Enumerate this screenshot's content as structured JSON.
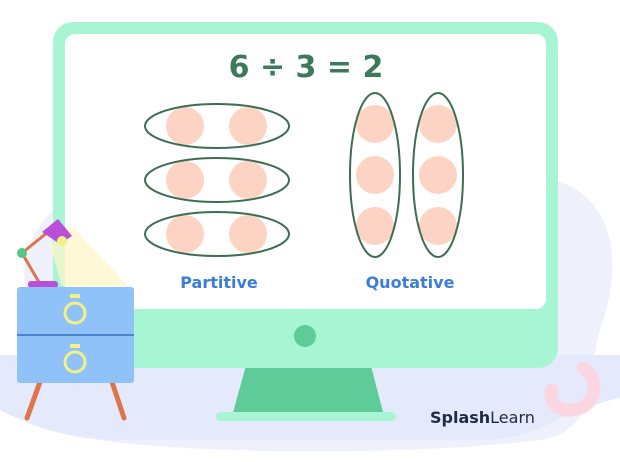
{
  "equation": "6 ÷ 3 = 2",
  "groups": {
    "partitive": {
      "label": "Partitive",
      "group_count": 3,
      "items_per_group": 2,
      "orientation": "horizontal"
    },
    "quotative": {
      "label": "Quotative",
      "group_count": 2,
      "items_per_group": 3,
      "orientation": "vertical"
    }
  },
  "brand": {
    "prefix": "Splash",
    "suffix": "Learn"
  },
  "colors": {
    "monitor_frame": "#a8f5d4",
    "monitor_screen": "#ffffff",
    "stand": "#5fcb98",
    "equation": "#3d7a5c",
    "oval_stroke": "#3c6e51",
    "counter": "#fdd3c4",
    "label": "#3a7ed9",
    "cabinet": "#8ec2f8",
    "cabinet_line": "#4a87d2",
    "ring": "#f6ef84",
    "lamp": "#b94fd9",
    "lamp_joint": "#5ac486",
    "leg": "#e0734c",
    "background_blob": "#eef0fb",
    "swirl": "#fbd6e0",
    "brand": "#1f2a44"
  }
}
